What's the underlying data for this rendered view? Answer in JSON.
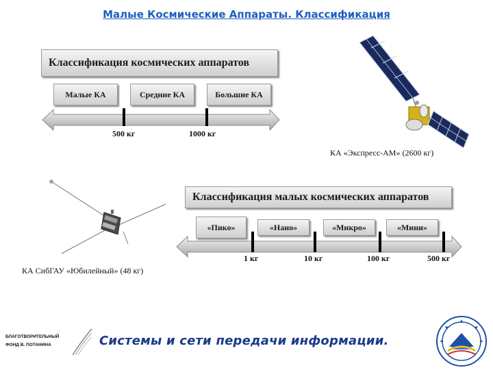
{
  "title": "Малые Космические Аппараты. Классификация",
  "classification_all": {
    "header": "Классификация космических аппаратов",
    "categories": [
      "Малые КА",
      "Средние КА",
      "Большие КА"
    ],
    "thresholds": [
      "500 кг",
      "1000 кг"
    ]
  },
  "classification_small": {
    "header": "Классификация малых космических аппаратов",
    "categories": [
      "«Пико»",
      "«Нано»",
      "«Микро»",
      "«Мини»"
    ],
    "thresholds": [
      "1 кг",
      "10 кг",
      "100 кг",
      "500 кг"
    ]
  },
  "captions": {
    "express": "КА «Экспресс-АМ» (2600 кг)",
    "yubileyny": "КА СибГАУ «Юбилейный» (48  кг)"
  },
  "footer": {
    "course_title": "Системы и сети передачи информации.",
    "fund_line1": "БЛАГОТВОРИТЕЛЬНЫЙ",
    "fund_line2": "ФОНД  В. ПОТАНИНА"
  },
  "colors": {
    "title": "#1f5fbf",
    "footer_text": "#1b3a8a",
    "arrow_fill": "#cfcfcf"
  },
  "icons": [
    "express-satellite-image",
    "yubileyny-satellite-image",
    "potanin-fund-logo",
    "university-emblem-logo"
  ]
}
